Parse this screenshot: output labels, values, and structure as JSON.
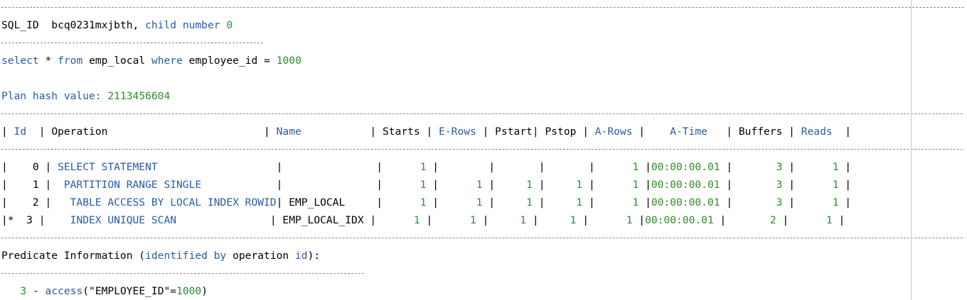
{
  "header": {
    "sql_id_label": "SQL_ID",
    "sql_id_value": "bcq0231mxjbth,",
    "child_label": "child number",
    "child_value": "0"
  },
  "query": {
    "select_kw": "select",
    "star": "*",
    "from_kw": "from",
    "table": "emp_local",
    "where_kw": "where",
    "column": "employee_id",
    "op": "=",
    "value": "1000"
  },
  "plan": {
    "hash_label": "Plan hash value:",
    "hash_value": "2113456604"
  },
  "table": {
    "columns": {
      "id": "Id",
      "operation": "Operation",
      "name": "Name",
      "starts": "Starts",
      "erows": "E-Rows",
      "pstart": "Pstart",
      "pstop": "Pstop",
      "arows": "A-Rows",
      "atime": "A-Time",
      "buffers": "Buffers",
      "reads": "Reads"
    },
    "rows": [
      {
        "marker": "",
        "id": "0",
        "operation": "SELECT STATEMENT",
        "name": "",
        "starts": "1",
        "erows": "",
        "pstart": "",
        "pstop": "",
        "arows": "1",
        "atime": "00:00:00.01",
        "buffers": "3",
        "reads": "1"
      },
      {
        "marker": "",
        "id": "1",
        "operation": " PARTITION RANGE SINGLE",
        "name": "",
        "starts": "1",
        "erows": "1",
        "pstart": "1",
        "pstop": "1",
        "arows": "1",
        "atime": "00:00:00.01",
        "buffers": "3",
        "reads": "1"
      },
      {
        "marker": "",
        "id": "2",
        "operation": "  TABLE ACCESS BY LOCAL INDEX ROWID",
        "name": "EMP_LOCAL",
        "starts": "1",
        "erows": "1",
        "pstart": "1",
        "pstop": "1",
        "arows": "1",
        "atime": "00:00:00.01",
        "buffers": "3",
        "reads": "1"
      },
      {
        "marker": "*",
        "id": "3",
        "operation": "   INDEX UNIQUE SCAN",
        "name": "EMP_LOCAL_IDX",
        "starts": "1",
        "erows": "1",
        "pstart": "1",
        "pstop": "1",
        "arows": "1",
        "atime": "00:00:00.01",
        "buffers": "2",
        "reads": "1"
      }
    ]
  },
  "predicate": {
    "title_prefix": "Predicate Information (",
    "title_kw": "identified by",
    "title_mid": " operation ",
    "title_kw2": "id",
    "title_suffix": "):",
    "item_id": "3",
    "item_dash": "-",
    "item_func": "access",
    "item_open": "(\"EMPLOYEE_ID\"=",
    "item_value": "1000",
    "item_close": ")"
  },
  "colors": {
    "keyword": "#2b5aa8",
    "number": "#2e8b2e",
    "text": "#000000"
  }
}
